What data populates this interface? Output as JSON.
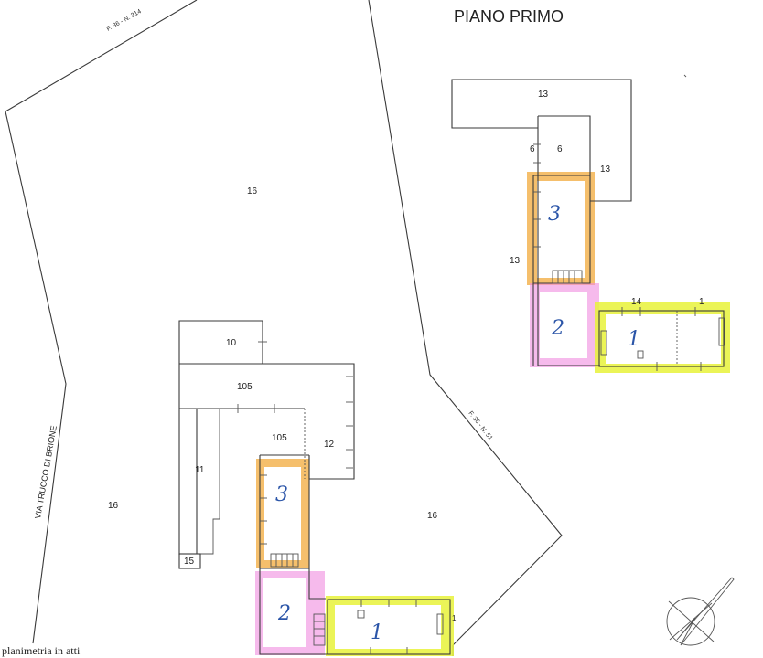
{
  "title": "PIANO PRIMO",
  "parcel_labels": {
    "f36_n314": "F. 36 - N. 314",
    "f36_n51": "F. 36 - N. 51",
    "road": "VIA TRUCCO DI BRIONE"
  },
  "area_labels": {
    "left_16": "16",
    "center_16": "16",
    "bottom_right_16": "16"
  },
  "ground_floor": {
    "room_10": "10",
    "room_105_top": "105",
    "room_105_mid": "105",
    "room_12": "12",
    "room_11": "11",
    "room_15": "15",
    "room_1_small": "1",
    "unit_3": "3",
    "unit_2": "2",
    "unit_1": "1"
  },
  "first_floor": {
    "room_13_top": "13",
    "room_6_small": "6",
    "room_6": "6",
    "room_13_right": "13",
    "room_13_left": "13",
    "room_14": "14",
    "room_1_small": "1",
    "unit_3": "3",
    "unit_2": "2",
    "unit_1": "1"
  },
  "footer_note": "planimetria in atti",
  "icons": {
    "compass": "north-arrow-icon",
    "stairs": "stairs-icon"
  },
  "colors": {
    "unit_3_highlight": "#f2a93b",
    "unit_2_highlight": "#f08ce0",
    "unit_1_highlight": "#e8f23a",
    "handwriting": "#2b55a8"
  }
}
